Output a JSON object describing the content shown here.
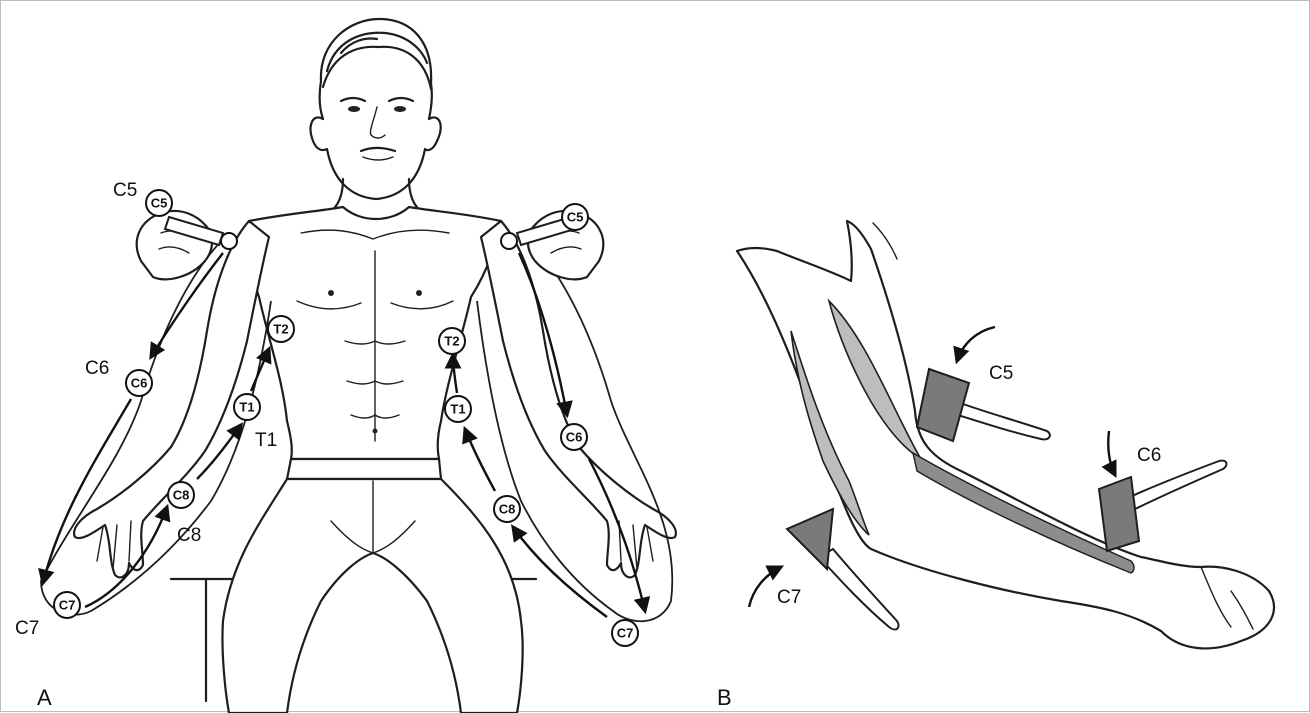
{
  "panels": [
    {
      "id": "A",
      "label": "A"
    },
    {
      "id": "B",
      "label": "B"
    }
  ],
  "panel_a": {
    "segment_labels": {
      "c5": "C5",
      "c6": "C6",
      "c7": "C7",
      "c8": "C8",
      "t1": "T1"
    },
    "markers": {
      "c5": "C5",
      "c6": "C6",
      "c7": "C7",
      "c8": "C8",
      "t1": "T1",
      "t2": "T2"
    }
  },
  "panel_b": {
    "labels": {
      "c5": "C5",
      "c6": "C6",
      "c7": "C7"
    }
  },
  "colors": {
    "ink": "#1e1e1e",
    "hammer_head": "#7a7a7a",
    "muscle": "#bdbdbd",
    "frame": "#bdbdbd"
  }
}
